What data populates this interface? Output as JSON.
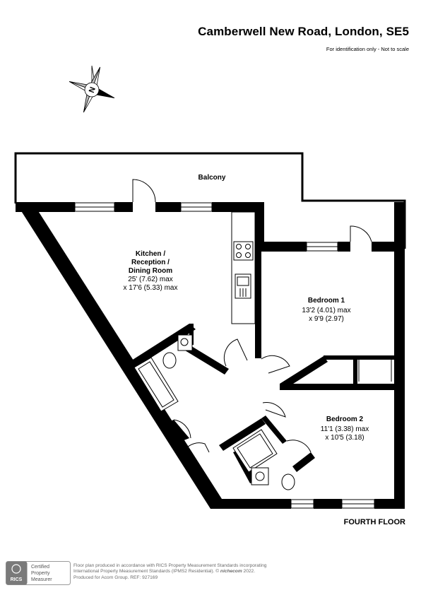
{
  "header": {
    "title": "Camberwell New Road, London, SE5",
    "subtitle": "For identification only - Not to scale"
  },
  "compass": {
    "letter": "N",
    "icon": "compass-rose-icon"
  },
  "rooms": {
    "balcony": {
      "name": "Balcony"
    },
    "kitchen": {
      "name_line1": "Kitchen /",
      "name_line2": "Reception /",
      "name_line3": "Dining Room",
      "dim1": "25' (7.62) max",
      "dim2": "x 17'6 (5.33) max"
    },
    "bedroom1": {
      "name": "Bedroom 1",
      "dim1": "13'2 (4.01) max",
      "dim2": "x 9'9 (2.97)"
    },
    "bedroom2": {
      "name": "Bedroom 2",
      "dim1": "11'1 (3.38) max",
      "dim2": "x 10'5 (3.18)"
    }
  },
  "floor_label": "FOURTH FLOOR",
  "footer": {
    "line1": "Floor plan produced in accordance with RICS Property Measurement Standards incorporating",
    "line2a": "International Property Measurement Standards (IPMS2 Residential).  ©",
    "line2b": "nichecom",
    "line2c": " 2022.",
    "line3": "Produced for Acorn Group.   REF:  927169"
  },
  "rics_badge": {
    "logo_text": "RICS",
    "line1": "Certified",
    "line2": "Property",
    "line3": "Measurer"
  },
  "colors": {
    "wall": "#000000",
    "footer_text": "#6b6b6b",
    "background": "#ffffff"
  }
}
